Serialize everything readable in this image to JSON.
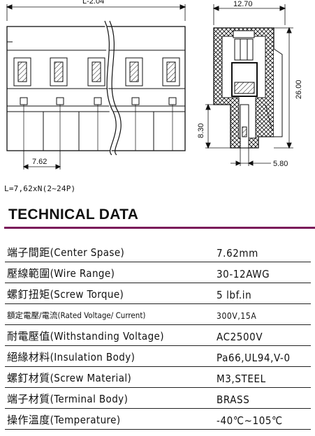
{
  "drawing": {
    "front_view_length_label": "L-2.04",
    "pitch_label": "7.62",
    "side_width_label": "12.70",
    "side_height_label": "26.00",
    "pin_height_label": "8.30",
    "pin_offset_label": "5.80"
  },
  "formula": "L=7,62xN(2~24P)",
  "title": "TECHNICAL DATA",
  "specs": [
    {
      "label": "端子間距(Center Spase)",
      "value": "7.62mm"
    },
    {
      "label": "壓線範圍(Wire Range)",
      "value": "30-12AWG"
    },
    {
      "label": "螺釘扭矩(Screw Torque)",
      "value": "5 lbf.in"
    },
    {
      "label": "額定電壓/電流(Rated Voltage/ Current)",
      "value": "300V,15A"
    },
    {
      "label": "耐電壓值(Withstanding Voltage)",
      "value": "AC2500V"
    },
    {
      "label": "絕緣材料(Insulation Body)",
      "value": "Pa66,UL94,V-0"
    },
    {
      "label": "螺釘材質(Screw Material)",
      "value": "M3,STEEL"
    },
    {
      "label": "端子材質(Terminal Body)",
      "value": "BRASS"
    },
    {
      "label": "操作溫度(Temperature)",
      "value": "-40℃~105℃"
    }
  ]
}
